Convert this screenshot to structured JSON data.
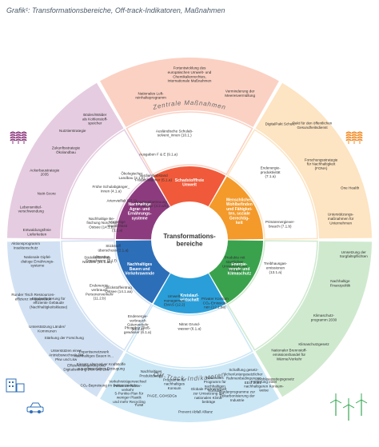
{
  "title": "Grafik¹: Transformationsbereiche, Off-track-Indikatoren, Maßnahmen",
  "ring_labels": {
    "top": "Zentrale Maßnahmen",
    "bottom": "Off-Track-Indikatoren"
  },
  "center": "Transformations-\nbereiche",
  "colors": {
    "red": "#f0633a",
    "orange": "#f28c28",
    "green": "#34a853",
    "blue": "#3a8ed8",
    "lightblue": "#2a9fd6",
    "navyblue": "#2d6fb8",
    "purple": "#8c3b7e"
  },
  "segments": [
    {
      "id": "umwelt",
      "label": "Schadstofffreie\nUmwelt",
      "color": "#f05a3a",
      "mid_color": "#fbd1c3",
      "outer_color": "#fbd1c3"
    },
    {
      "id": "menschliches",
      "label": "Menschliches\nWohlbefinden\nund Fähigkei-\nten, soziale\nGerechtig-\nkeit",
      "color": "#f39a2b",
      "mid_color": "#fde4c2",
      "outer_color": "#fde4c2"
    },
    {
      "id": "energie",
      "label": "Energie-\nwende und\nKlimaschutz",
      "color": "#3aa24d",
      "mid_color": "#cfe9cf",
      "outer_color": "#cfe9cf"
    },
    {
      "id": "kreislauf",
      "label": "Kreislauf-\nwirtschaft",
      "color": "#2a9ed8",
      "mid_color": "#cbe7f6",
      "outer_color": "#cbe7f6"
    },
    {
      "id": "bauen",
      "label": "Nachhaltiges\nBauen und\nVerkehrswende",
      "color": "#2d6eb8",
      "mid_color": "#d1e1f3",
      "outer_color": "#d1e1f3"
    },
    {
      "id": "agrar",
      "label": "Nachhaltige\nAgrar- und\nErnährungs-\nsysteme",
      "color": "#8d3b7f",
      "mid_color": "#e5cce0",
      "outer_color": "#e5cce0"
    }
  ],
  "indicators": [
    {
      "text": "Nitrat Grund-\nwasser (6.1.a)"
    },
    {
      "text": "Phosphor Fließ-\ngewässer (6.1.a)"
    },
    {
      "text": "Stickstoffeintrag\nOstsee (14.1.aa)"
    },
    {
      "text": "Stickstoffeintrag\nNordsee (14.1.ab)"
    },
    {
      "text": "Vorzeitige\nSterblichkeit\n(3.1.a)"
    },
    {
      "text": "Frühe Schulabgänger_\ninnen (4.1.a)"
    },
    {
      "text": "Ganztagsbetreuung\n0–5-Jährige (4.2.a/b)"
    },
    {
      "text": "Verdienstabstand\nFrauen/Männer (5.1.a)"
    },
    {
      "text": "Ausgaben F & E (9.1.a)"
    },
    {
      "text": "Ausländische Schulab-\nsolvent_innen (10.1.)"
    },
    {
      "text": "Endenergie-\nproduktivität\n(7.1.a)"
    },
    {
      "text": "Primärenergiever-\nbrauch (7.1.b)"
    },
    {
      "text": "Treibhausgas-\nemissionen\n(13.1.a)"
    },
    {
      "text": "Produkte mit\nstaatlichen\nUmweltzeichen\n(12.1.a)"
    },
    {
      "text": "Privater Konsum\nCO₂-Emission-\nnen (12.1.ba)"
    },
    {
      "text": "Umwelt-\nmanagement\nEMAS (12.2)"
    },
    {
      "text": "Endenergie-\nverbrauch\nGüterverkehr\n(11.2.a)"
    },
    {
      "text": "Endenergie-\nverbrauch\nPersonenverkehr\n(11.2.b)"
    },
    {
      "text": "Adipositas\nErwachsene (2.1.f)"
    },
    {
      "text": "Stickstoff\nüberschuss (2.1.a)"
    },
    {
      "text": "Nachhaltige Be-\nfischung Nord und\nOstsee (14.1.b)"
    },
    {
      "text": "Artenvielfalt (15.1)"
    },
    {
      "text": "Ökologischer\nLandbau (2.1.b)"
    }
  ],
  "measures": [
    {
      "text": "Fortentwicklung des\neuropäischen Umwelt- und\nChemikalienrechtes,\nInternationale Maßnahmen"
    },
    {
      "text": "Nationales Luft-\nreinhalteprogramm"
    },
    {
      "text": "Verminderung der\nMeeresvermüllung"
    },
    {
      "text": "DigitalPakt Schule"
    },
    {
      "text": "Pakt für den öffentlichen\nGesundheitsdienst"
    },
    {
      "text": "Forschungsstrategie\nfür Nachhaltigkeit\n(FONA)"
    },
    {
      "text": "One Health"
    },
    {
      "text": "Unterstützungs-\nmaßnahmen für\nUnternehmen"
    },
    {
      "text": "Umsetzung der\nSorgfaltspflichten"
    },
    {
      "text": "Nachhaltige\nFinanzpolitik"
    },
    {
      "text": "Klimaschutz-\nprogramm 2030"
    },
    {
      "text": "Klimaschutzgesetz"
    },
    {
      "text": "Nationaler Brennstoff-\nemissionshandel für\nWärme/Verkehr"
    },
    {
      "text": "Kohleausstiegsgesetz"
    },
    {
      "text": "EEG 2021"
    },
    {
      "text": "Förderprogramme zur\nDekarbonisierung der\nIndustrie"
    },
    {
      "text": "Globale Partnerschaft\nzur Umsetzung der\nnationalen Klima-\nbeiträge"
    },
    {
      "text": "Nationales\nProgramm für\nnachhaltigen\nKonsum"
    },
    {
      "text": "Schaffung gesetz-\nlicher/untergesetzlicher\nRahmenbedingungen"
    },
    {
      "text": "Förderung einer\nnachhaltigeren Konsum-\nweise"
    },
    {
      "text": "Programm für\nnachhaltiges\nKonsum"
    },
    {
      "text": "Nachhaltiges\nProduktdesign"
    },
    {
      "text": "PAGE, GO4SDGs"
    },
    {
      "text": "5-Punkte-Plan für\nweniger Plastik\nund mehr Recycling"
    },
    {
      "text": "Prevent Abfall Allianz"
    },
    {
      "text": "Runder Tisch Ressourcen-\neffizienz im Bauwesen"
    },
    {
      "text": "Bundesförderung für\neffiziente Gebäude\n(Nachhaltigkeitsklasse)"
    },
    {
      "text": "Unterstützung Länder/\nKommunen"
    },
    {
      "text": "Stärkung der Forschung"
    },
    {
      "text": "Unterstützen eines\nAntriebswechsels bei\nPkw und Lkw"
    },
    {
      "text": "Effizienzsteigerung und\nDigitalisierung Pkw und Lkw"
    },
    {
      "text": "Einsatz alternativer Kraftstoffe\naus regenerativer Erzeugung"
    },
    {
      "text": "CO₂-Bepreisung im Sektor Verkehr"
    },
    {
      "text": "Expertisenetzwerk\nnachhaltiges Bauen in..."
    },
    {
      "text": "Verkehrsträgerwechsel\nPersonen-/Güter-\nverkehr"
    },
    {
      "text": "TUMI"
    },
    {
      "text": "Böden/Wälder\nals Kohlenstoff-\nspeicher"
    },
    {
      "text": "Nutztierstrategie"
    },
    {
      "text": "Zukunftsstrategie\nÖkolandbau"
    },
    {
      "text": "Ackerbaustrategie\n2035"
    },
    {
      "text": "Nutri-Score"
    },
    {
      "text": "Lebensmittel-\nverschwendung"
    },
    {
      "text": "Entwaldungsfreie\nLieferketten"
    },
    {
      "text": "Aktionsprogramm\nInsektenschutz"
    },
    {
      "text": "Nationale Gipfel-\ndialoge Ernährungs-\nsysteme"
    }
  ]
}
